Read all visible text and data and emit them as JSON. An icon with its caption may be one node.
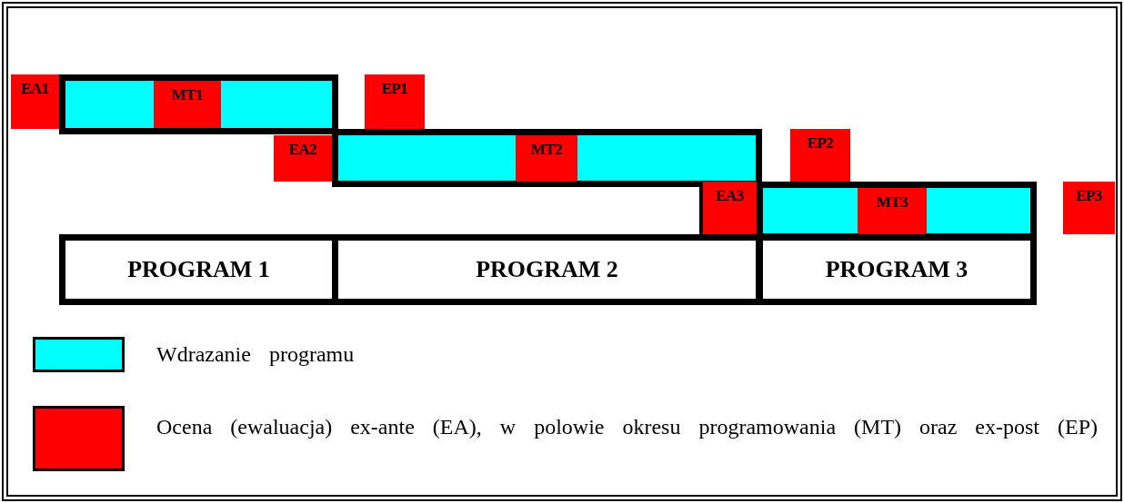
{
  "diagram": {
    "nodes": [
      {
        "text": [],
        "shape": "bar"
      },
      {
        "text": [
          "EA1"
        ]
      },
      {
        "text": [
          "MT1"
        ],
        "in": 0
      },
      {
        "text": [
          "EP1"
        ]
      },
      {
        "text": [],
        "shape": "bar"
      },
      {
        "text": [
          "EA2"
        ]
      },
      {
        "text": [
          "MT2"
        ],
        "in": 4
      },
      {
        "text": [
          "EP2"
        ]
      },
      {
        "text": [],
        "shape": "bar"
      },
      {
        "text": [
          "EA3"
        ]
      },
      {
        "text": [
          "MT3"
        ],
        "in": 8
      },
      {
        "text": [
          "EP3"
        ]
      },
      {
        "text": [
          "PROGRAM 1"
        ]
      },
      {
        "text": [
          "PROGRAM 2"
        ]
      },
      {
        "text": [
          "PROGRAM 3"
        ]
      }
    ],
    "legend": [
      {
        "text": "Wdrazanie programu",
        "color": "#00ffff"
      },
      {
        "text": "Ocena (ewaluacja) ex-ante (EA), w polowie okresu programowania (MT) oraz ex-post (EP)",
        "color": "#ff0000"
      }
    ]
  }
}
